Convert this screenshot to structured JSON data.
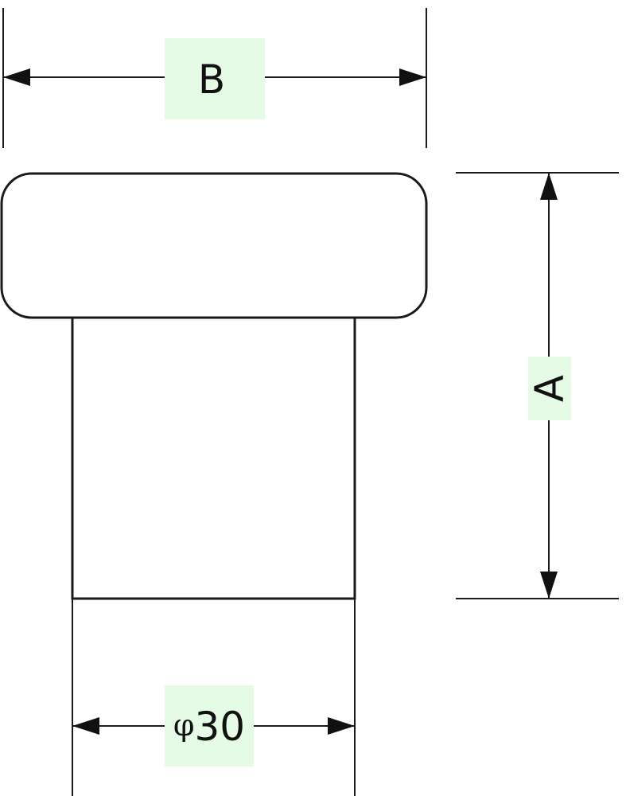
{
  "dimensions": {
    "width_label": "B",
    "height_label": "A",
    "diameter_symbol": "φ",
    "diameter_value": "30"
  },
  "colors": {
    "label_background": "#e6fbe6",
    "line": "#1a1a1a"
  }
}
